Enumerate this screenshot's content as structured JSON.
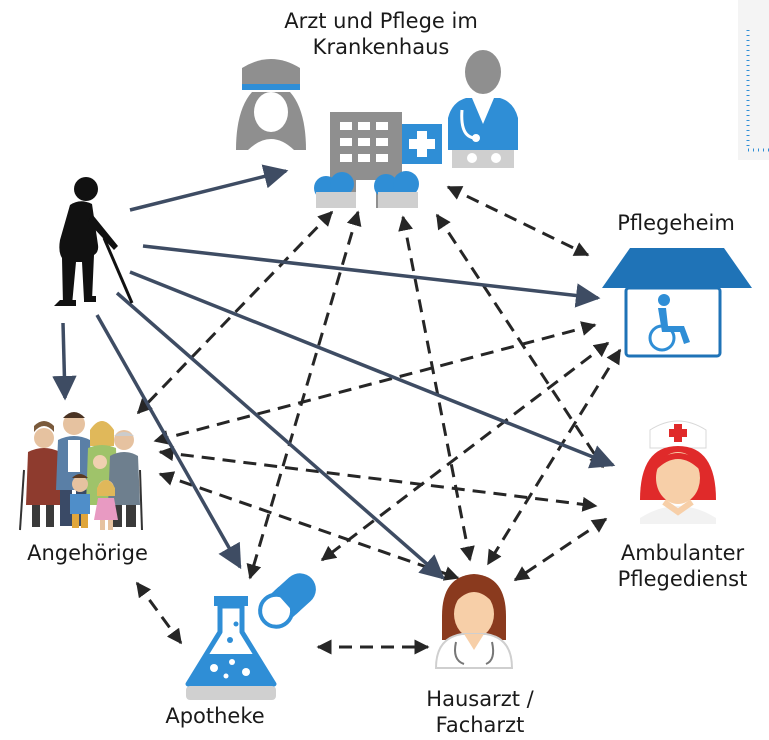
{
  "nodes": {
    "hospital": {
      "label": "Arzt und Pflege im Krankenhaus",
      "line1": "Arzt und Pflege im",
      "line2": "Krankenhaus",
      "icon": "hospital-building-icon"
    },
    "nursing_home": {
      "label": "Pflegeheim",
      "icon": "nursing-home-wheelchair-icon"
    },
    "relatives": {
      "label": "Angehörige",
      "icon": "family-group-icon"
    },
    "ambulant_care": {
      "label": "Ambulanter Pflegedienst",
      "line1": "Ambulanter",
      "line2": "Pflegedienst",
      "icon": "nurse-icon"
    },
    "pharmacy": {
      "label": "Apotheke",
      "icon": "flask-pill-icon"
    },
    "doctor": {
      "label": "Hausarzt / Facharzt",
      "line1": "Hausarzt /",
      "line2": "Facharzt",
      "icon": "female-doctor-icon"
    },
    "patient": {
      "icon": "elderly-person-with-cane-icon"
    }
  },
  "colors": {
    "solid_arrow": "#3e4c63",
    "dashed_arrow": "#262626",
    "blue_icon": "#2f8ed6",
    "gray_icon": "#8f8f8f",
    "roof_blue": "#1f73b7",
    "nurse_red": "#e02a2a"
  },
  "edges": {
    "solid": [
      [
        "patient",
        "hospital"
      ],
      [
        "patient",
        "nursing_home"
      ],
      [
        "patient",
        "ambulant_care"
      ],
      [
        "patient",
        "doctor"
      ],
      [
        "patient",
        "pharmacy"
      ],
      [
        "patient",
        "relatives"
      ]
    ],
    "dashed_bidirectional": [
      [
        "hospital",
        "nursing_home"
      ],
      [
        "hospital",
        "relatives"
      ],
      [
        "hospital",
        "pharmacy"
      ],
      [
        "hospital",
        "doctor"
      ],
      [
        "hospital",
        "ambulant_care"
      ],
      [
        "nursing_home",
        "relatives"
      ],
      [
        "nursing_home",
        "pharmacy"
      ],
      [
        "nursing_home",
        "doctor"
      ],
      [
        "relatives",
        "ambulant_care"
      ],
      [
        "relatives",
        "doctor"
      ],
      [
        "relatives",
        "pharmacy"
      ],
      [
        "pharmacy",
        "doctor"
      ],
      [
        "ambulant_care",
        "doctor"
      ]
    ]
  }
}
